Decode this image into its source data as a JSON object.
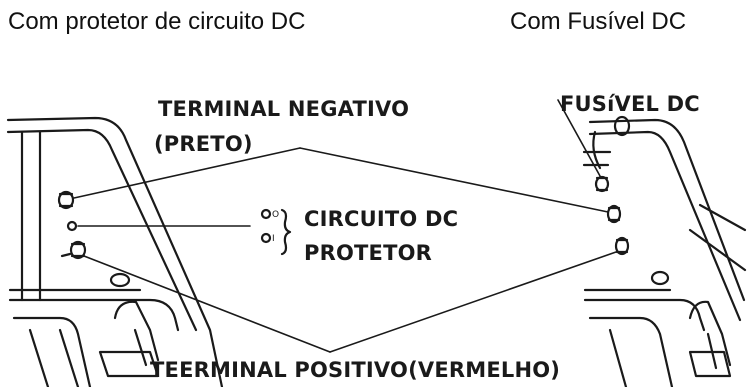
{
  "headings": {
    "left": "Com protetor de circuito DC",
    "right": "Com Fusível DC"
  },
  "labels": {
    "negative_terminal_line1": "TERMINAL NEGATIVO",
    "negative_terminal_line2": "(PRETO)",
    "dc_fuse": "FUSíVEL DC",
    "dc_circuit_protector_line1": "CIRCUITO DC",
    "dc_circuit_protector_line2": "PROTETOR",
    "positive_terminal": "TEERMINAL POSITIVO(VERMELHO)"
  },
  "small_marks": {
    "breaker_off": "O",
    "breaker_on": "I"
  },
  "colors": {
    "ink": "#1a1a1a",
    "background": "#ffffff"
  }
}
